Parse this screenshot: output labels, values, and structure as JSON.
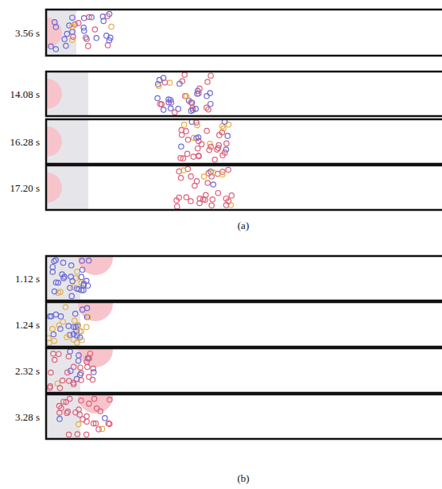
{
  "diagram": {
    "labels": [
      "3.56 s",
      "14.08 s",
      "16.28 s",
      "17.20 s",
      "(a)",
      "1.12 s",
      "1.24 s",
      "2.32 s",
      "3.28 s",
      "(b)"
    ]
  }
}
